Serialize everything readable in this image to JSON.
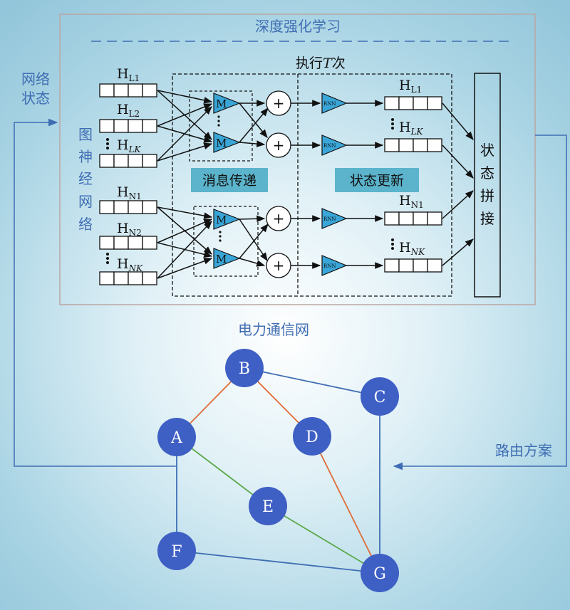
{
  "top_title": "深度强化学习",
  "network_state_line1": "网络",
  "network_state_line2": "状态",
  "gnn_chars": [
    "图",
    "神",
    "经",
    "网",
    "络"
  ],
  "loop_label": "执行",
  "loop_var": "T",
  "loop_suffix": "次",
  "message_passing": "消息传递",
  "state_update": "状态更新",
  "state_concat_chars": [
    "状",
    "态",
    "拼",
    "接"
  ],
  "routing_scheme": "路由方案",
  "network_title": "电力通信网",
  "m_label": "M",
  "plus_label": "+",
  "rnn_label": "RNN",
  "hidden_inputs": [
    {
      "base": "H",
      "sub": "L1"
    },
    {
      "base": "H",
      "sub": "L2"
    },
    {
      "base": "H",
      "sub": "LK"
    },
    {
      "base": "H",
      "sub": "N1"
    },
    {
      "base": "H",
      "sub": "N2"
    },
    {
      "base": "H",
      "sub": "NK"
    }
  ],
  "hidden_outputs": [
    {
      "base": "H",
      "sub": "L1"
    },
    {
      "base": "H",
      "sub": "LK"
    },
    {
      "base": "H",
      "sub": "N1"
    },
    {
      "base": "H",
      "sub": "NK"
    }
  ],
  "nodes": [
    {
      "id": "A",
      "label": "A"
    },
    {
      "id": "B",
      "label": "B"
    },
    {
      "id": "C",
      "label": "C"
    },
    {
      "id": "D",
      "label": "D"
    },
    {
      "id": "E",
      "label": "E"
    },
    {
      "id": "F",
      "label": "F"
    },
    {
      "id": "G",
      "label": "G"
    }
  ],
  "edges": [
    {
      "from": "A",
      "to": "B",
      "color": "#e06a35"
    },
    {
      "from": "B",
      "to": "D",
      "color": "#e06a35"
    },
    {
      "from": "D",
      "to": "G",
      "color": "#e06a35"
    },
    {
      "from": "B",
      "to": "C",
      "color": "#3f6db3"
    },
    {
      "from": "C",
      "to": "G",
      "color": "#3f6db3"
    },
    {
      "from": "A",
      "to": "F",
      "color": "#3f6db3"
    },
    {
      "from": "F",
      "to": "G",
      "color": "#3f6db3"
    },
    {
      "from": "A",
      "to": "E",
      "color": "#5aa84a"
    },
    {
      "from": "E",
      "to": "G",
      "color": "#5aa84a"
    }
  ],
  "colors": {
    "accent_blue": "#3f6db3",
    "node_fill": "#3e5fc4",
    "triangle_fill": "#3aa6d8",
    "label_box": "#5bb4cc"
  }
}
